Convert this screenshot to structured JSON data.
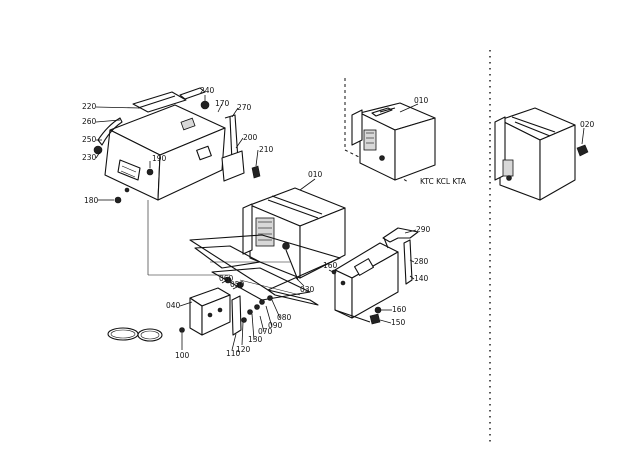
{
  "labels": {
    "p010_top": "010",
    "p010_center": "010",
    "p020": "020",
    "p030": "030",
    "p040": "040",
    "p050": "050",
    "p060": "060",
    "p070": "070",
    "p080": "080",
    "p090": "090",
    "p100": "100",
    "p110": "110",
    "p120": "120",
    "p130": "130",
    "p140": "140",
    "p150": "150",
    "p160_a": "160",
    "p160_b": "160",
    "p170": "170",
    "p180": "180",
    "p190": "190",
    "p200": "200",
    "p210": "210",
    "p220": "220",
    "p230": "230",
    "p240": "240",
    "p250": "250",
    "p260": "260",
    "p270": "270",
    "p280": "280",
    "p290": "290"
  },
  "variant_note": "KTC KCL KTA",
  "badges": [
    "",
    ""
  ]
}
